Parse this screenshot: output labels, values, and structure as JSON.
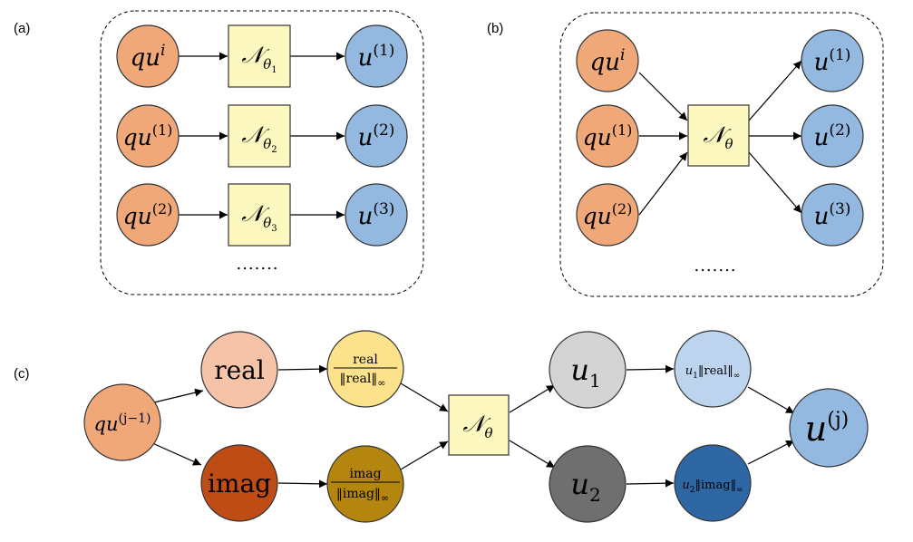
{
  "colors": {
    "input_orange": "#f0a878",
    "output_blue": "#94b9e0",
    "network_yellow": "#fdf8c0",
    "real_light": "#f5c3a7",
    "imag_dark": "#be4c14",
    "real_norm_yellow": "#fde28c",
    "imag_norm_gold": "#b5860f",
    "u1_light_gray": "#d4d4d4",
    "u2_dark_gray": "#6f6f6f",
    "u1_scaled_light_blue": "#bcd4ee",
    "u2_scaled_dark_blue": "#2f67a5",
    "uj_blue": "#94b9e0"
  },
  "panel_a": {
    "label": "(a)",
    "rows": [
      {
        "input": "qu^i",
        "network": "N_θ1",
        "output": "u^(1)"
      },
      {
        "input": "qu^(1)",
        "network": "N_θ2",
        "output": "u^(2)"
      },
      {
        "input": "qu^(2)",
        "network": "N_θ3",
        "output": "u^(3)"
      }
    ],
    "dots": "......."
  },
  "panel_b": {
    "label": "(b)",
    "inputs": [
      "qu^i",
      "qu^(1)",
      "qu^(2)"
    ],
    "network": "N_θ",
    "outputs": [
      "u^(1)",
      "u^(2)",
      "u^(3)"
    ],
    "dots": "......."
  },
  "panel_c": {
    "label": "(c)",
    "input": "qu^(j-1)",
    "real": "real",
    "imag": "imag",
    "real_norm": "real / ||real||∞",
    "imag_norm": "imag / ||imag||∞",
    "network": "N_θ",
    "u1": "u_1",
    "u2": "u_2",
    "u1_scaled": "u_1 ||real||∞",
    "u2_scaled": "u_2 ||imag||∞",
    "output": "u^(j)"
  },
  "glyphs": {
    "q": "q",
    "u": "u",
    "i": "i",
    "one": "(1)",
    "two": "(2)",
    "three": "(3)",
    "jm1": "(j−1)",
    "j": "(j)",
    "N": "𝒩",
    "theta": "θ",
    "s1": "1",
    "s2": "2",
    "s3": "3",
    "infty": "∞",
    "norm_real": "‖real‖",
    "norm_imag": "‖imag‖",
    "real": "real",
    "imag": "imag"
  }
}
